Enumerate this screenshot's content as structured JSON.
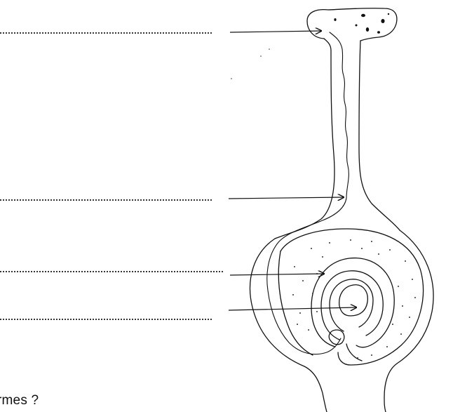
{
  "labels": [
    {
      "id": "label-1",
      "answer": ""
    },
    {
      "id": "label-2",
      "answer": ""
    },
    {
      "id": "label-3",
      "answer": ""
    },
    {
      "id": "label-4",
      "answer": ""
    }
  ],
  "question": {
    "text": "rmes ?"
  },
  "colors": {
    "ink": "#111111",
    "paper": "#ffffff"
  }
}
